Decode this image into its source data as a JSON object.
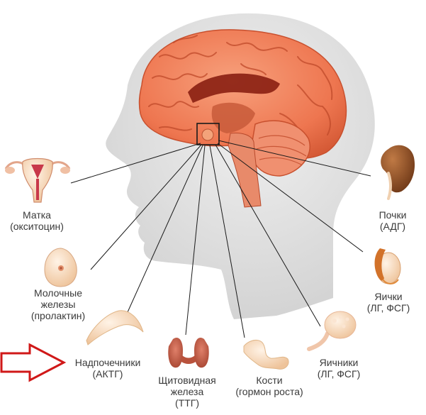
{
  "colors": {
    "head": "#dcdcdc",
    "brain": "#ef7a55",
    "brain_dark": "#c84a2c",
    "organ_skin": "#f5d3b0",
    "kidney": "#8a4a22",
    "arrow": "#d01818",
    "line": "#1a1a1a"
  },
  "labels": {
    "uterus": [
      "Матка",
      "(окситоцин)"
    ],
    "breast": [
      "Молочные",
      "железы",
      "(пролактин)"
    ],
    "adrenal": [
      "Надпочечники",
      "(АКТГ)"
    ],
    "thyroid": [
      "Щитовидная",
      "железа",
      "(ТТГ)"
    ],
    "bones": [
      "Кости",
      "(гормон роста)"
    ],
    "ovaries": [
      "Яичники",
      "(ЛГ, ФСГ)"
    ],
    "testes": [
      "Яички",
      "(ЛГ, ФСГ)"
    ],
    "kidneys": [
      "Почки",
      "(АДГ)"
    ]
  },
  "icons": {
    "uterus": "uterus-icon",
    "breast": "mammary-gland-icon",
    "adrenal": "adrenal-gland-icon",
    "thyroid": "thyroid-gland-icon",
    "bones": "bone-icon",
    "ovaries": "ovary-icon",
    "testes": "testis-icon",
    "kidneys": "kidney-icon",
    "pointer": "arrow-right-icon",
    "brain": "brain-icon",
    "pituitary": "pituitary-gland-icon"
  }
}
